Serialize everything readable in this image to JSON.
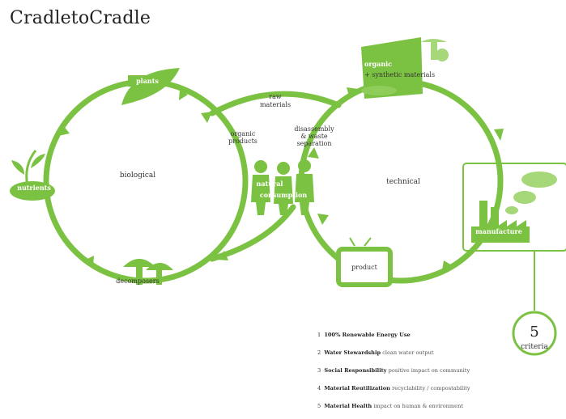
{
  "title": "CradletoCradle",
  "labels": {
    "plants": "plants",
    "raw_materials": [
      "raw",
      "materials"
    ],
    "organic_products": [
      "organic",
      "products"
    ],
    "disassembly": [
      "disassembly",
      "& waste",
      "separation"
    ],
    "biological": "biological",
    "technical": "technical",
    "nutrients": "nutrients",
    "natural_consumption": [
      "natural",
      "consumption"
    ],
    "decomposers": "decomposers",
    "product": "product",
    "manufacture": "manufacture",
    "materials": [
      "organic",
      "+ synthetic materials"
    ]
  },
  "criteria_badge": {
    "number": "5",
    "label": "criteria"
  },
  "criteria": [
    {
      "num": "1",
      "bold": "100% Renewable Energy Use",
      "desc": ""
    },
    {
      "num": "2",
      "bold": "Water Stewardship",
      "desc": "clean water output"
    },
    {
      "num": "3",
      "bold": "Social Responsibility",
      "desc": "positive impact on community"
    },
    {
      "num": "4",
      "bold": "Material Reutilization",
      "desc": "recyclability / compostability"
    },
    {
      "num": "5",
      "bold": "Material Health",
      "desc": "impact on human & environment"
    }
  ],
  "colors": {
    "accent": "#7cc242",
    "light": "#a6d87a",
    "text": "#333333"
  }
}
